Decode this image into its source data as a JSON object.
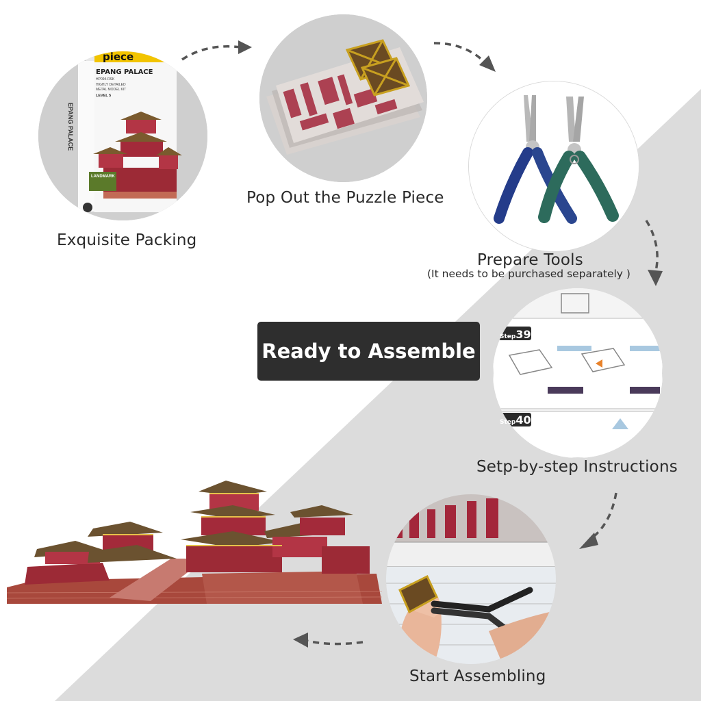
{
  "steps": [
    {
      "label": "Exquisite Packing"
    },
    {
      "label": "Pop Out the Puzzle Piece"
    },
    {
      "label": "Prepare Tools",
      "note": "(It needs to be purchased separately  )"
    },
    {
      "label": "Setp-by-step Instructions"
    },
    {
      "label": "Start Assembling"
    }
  ],
  "banner": {
    "text": "Ready to Assemble"
  },
  "box": {
    "brand": "piece",
    "title": "EPANG PALACE",
    "code": "HP094-RSK",
    "desc1": "HIGHLY DETAILED",
    "desc2": "METAL MODEL KIT",
    "level": "LEVEL 5",
    "side_text": "EPANG PALACE",
    "series": "LANDMARK"
  },
  "instructions": {
    "step_a": "39",
    "step_b": "40",
    "step_prefix": "Step"
  },
  "colors": {
    "background_gray": "#dcdcdc",
    "banner": "#2e2e2e",
    "roof_red": "#a3263a",
    "tool_blue": "#243c8a",
    "tool_green": "#2d6b5c"
  }
}
